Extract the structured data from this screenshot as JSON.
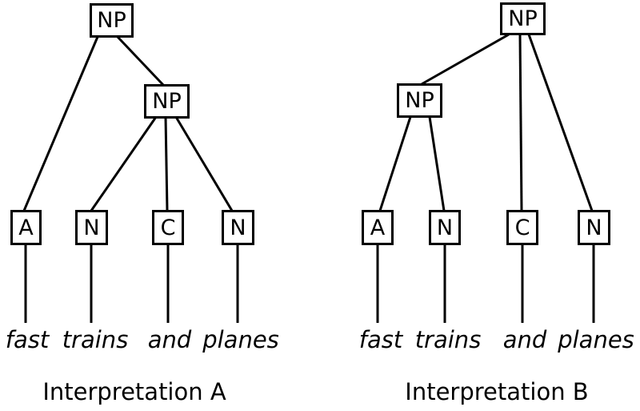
{
  "page": {
    "background_color": "#ffffff",
    "line_color": "#000000",
    "text_color": "#000000"
  },
  "trees": [
    {
      "id": "A",
      "caption": "Interpretation A",
      "root_label": "NP",
      "inner_label": "NP",
      "leaf_labels": [
        "A",
        "N",
        "C",
        "N"
      ],
      "words": [
        "fast",
        "trains",
        "and",
        "planes"
      ],
      "edges": [
        "NP(root) -> A",
        "NP(root) -> NP(inner)",
        "NP(inner) -> N",
        "NP(inner) -> C",
        "NP(inner) -> N",
        "A -> fast",
        "N -> trains",
        "C -> and",
        "N -> planes"
      ]
    },
    {
      "id": "B",
      "caption": "Interpretation B",
      "root_label": "NP",
      "inner_label": "NP",
      "leaf_labels": [
        "A",
        "N",
        "C",
        "N"
      ],
      "words": [
        "fast",
        "trains",
        "and",
        "planes"
      ],
      "edges": [
        "NP(root) -> NP(inner)",
        "NP(root) -> C",
        "NP(root) -> N",
        "NP(inner) -> A",
        "NP(inner) -> N",
        "A -> fast",
        "N -> trains",
        "C -> and",
        "N -> planes"
      ]
    }
  ]
}
